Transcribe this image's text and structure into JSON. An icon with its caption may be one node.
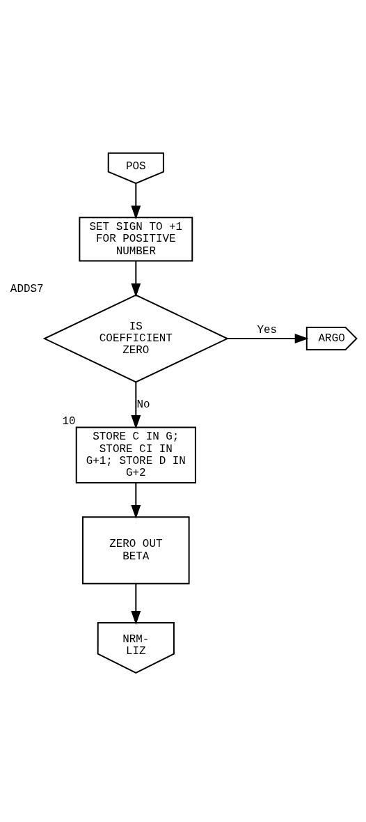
{
  "diagram": {
    "nodes": [
      {
        "text": [
          "POS"
        ]
      },
      {
        "text": [
          "SET SIGN TO +1 FOR POSITIVE NUMBER"
        ]
      },
      {
        "text": [
          "IS COEFFICIENT ZERO"
        ],
        "beside": [
          "ADDS7"
        ]
      },
      {
        "text": [
          "ARGO"
        ]
      },
      {
        "text": [
          "STORE C IN G; STORE CI IN G+1; STORE D IN G+2"
        ],
        "beside": [
          "10"
        ]
      },
      {
        "text": [
          "ZERO OUT BETA"
        ]
      },
      {
        "text": [
          "NRM- LIZ"
        ]
      }
    ],
    "edges": [
      {
        "from": 0,
        "to": 1,
        "arrow": "to"
      },
      {
        "from": 1,
        "to": 2,
        "arrow": "to"
      },
      {
        "from": 2,
        "to": 3,
        "arrow": "to",
        "label": "Yes"
      },
      {
        "from": 2,
        "to": 4,
        "arrow": "to",
        "label": "No"
      },
      {
        "from": 4,
        "to": 5,
        "arrow": "to"
      },
      {
        "from": 5,
        "to": 6,
        "arrow": "to"
      }
    ]
  }
}
